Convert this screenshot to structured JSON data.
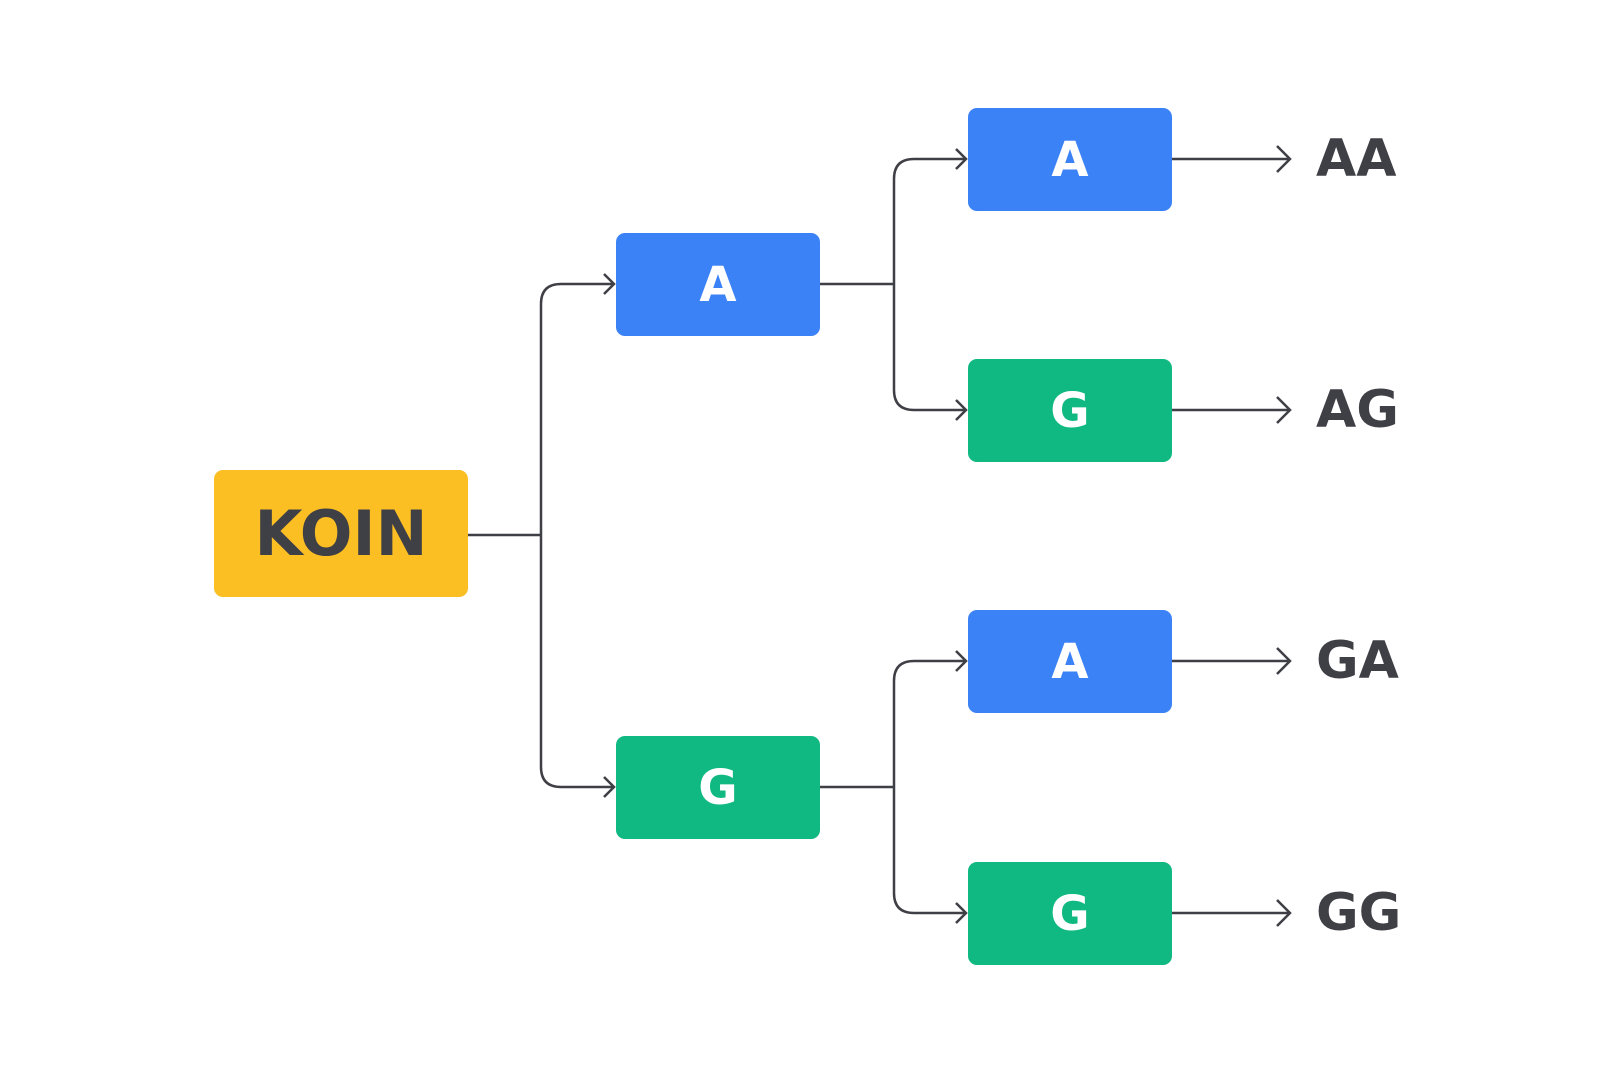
{
  "root": {
    "label": "KOIN",
    "color": "#FBBF24"
  },
  "level1": [
    {
      "label": "A",
      "color": "#3B82F6"
    },
    {
      "label": "G",
      "color": "#10B981"
    }
  ],
  "level2": [
    {
      "label": "A",
      "color": "#3B82F6"
    },
    {
      "label": "G",
      "color": "#10B981"
    },
    {
      "label": "A",
      "color": "#3B82F6"
    },
    {
      "label": "G",
      "color": "#10B981"
    }
  ],
  "outcomes": [
    "AA",
    "AG",
    "GA",
    "GG"
  ],
  "line_color": "#3f3f46"
}
